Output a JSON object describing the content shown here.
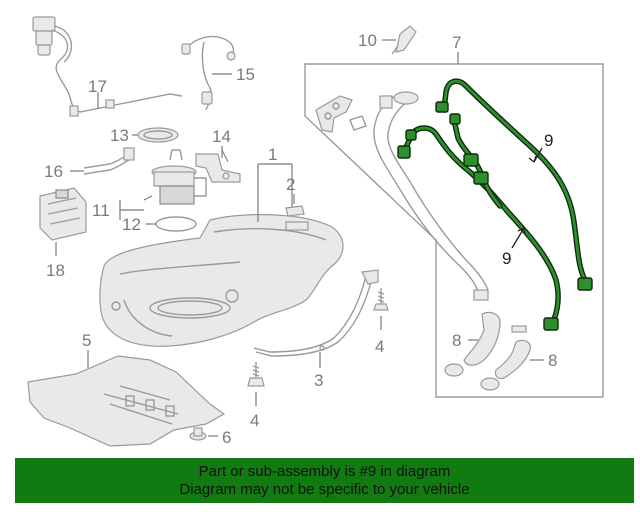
{
  "callouts": {
    "c1": "1",
    "c2": "2",
    "c3": "3",
    "c4a": "4",
    "c4b": "4",
    "c5": "5",
    "c6": "6",
    "c7": "7",
    "c8a": "8",
    "c8b": "8",
    "c9a": "9",
    "c9b": "9",
    "c10": "10",
    "c11": "11",
    "c12": "12",
    "c13": "13",
    "c14": "14",
    "c15": "15",
    "c16": "16",
    "c17": "17",
    "c18": "18"
  },
  "highlight": {
    "part_number": "9",
    "color": "#2f8f2f"
  },
  "banner": {
    "line1": "Part or sub-assembly is #9 in diagram",
    "line2": "Diagram may not be specific to your vehicle",
    "background": "#117a11"
  }
}
